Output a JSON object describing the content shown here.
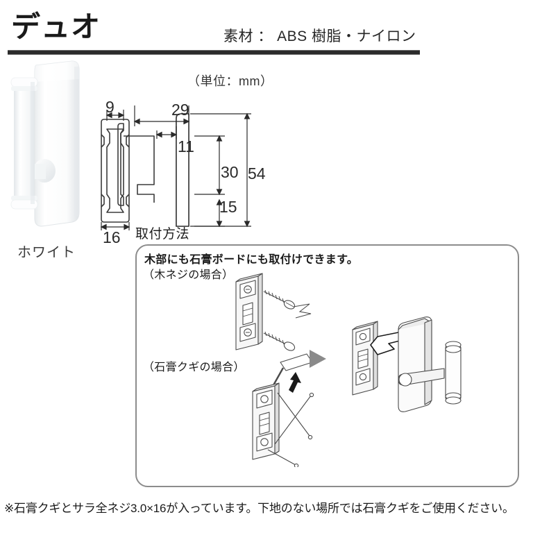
{
  "header": {
    "title": "デュオ",
    "material": "素材 ： ABS 樹脂・ナイロン"
  },
  "product": {
    "color_label": "ホワイト",
    "photo_alt": "white-wall-hook-photo"
  },
  "drawing": {
    "unit_note": "（単位：mm）",
    "dimensions": {
      "width_side": "9",
      "depth_base": "16",
      "width_front": "29",
      "width_inner": "11",
      "height_upper": "30",
      "height_lower": "15",
      "height_total": "54"
    }
  },
  "install": {
    "section_label": "取付方法",
    "headline": "木部にも石膏ボードにも取付けできます。",
    "case_wood_screw": "（木ネジの場合）",
    "case_gypsum_nail": "（石膏クギの場合）"
  },
  "footnote": {
    "text": "※石膏クギとサラ全ネジ3.0×16が入っています。下地のない場所では石膏クギをご使用ください。"
  },
  "colors": {
    "ink": "#231f20",
    "rule": "#2b2b2b",
    "panel_border": "#8c8c8c",
    "line_art": "#4a4a4a",
    "arrow_fill": "#8a8a8a"
  }
}
